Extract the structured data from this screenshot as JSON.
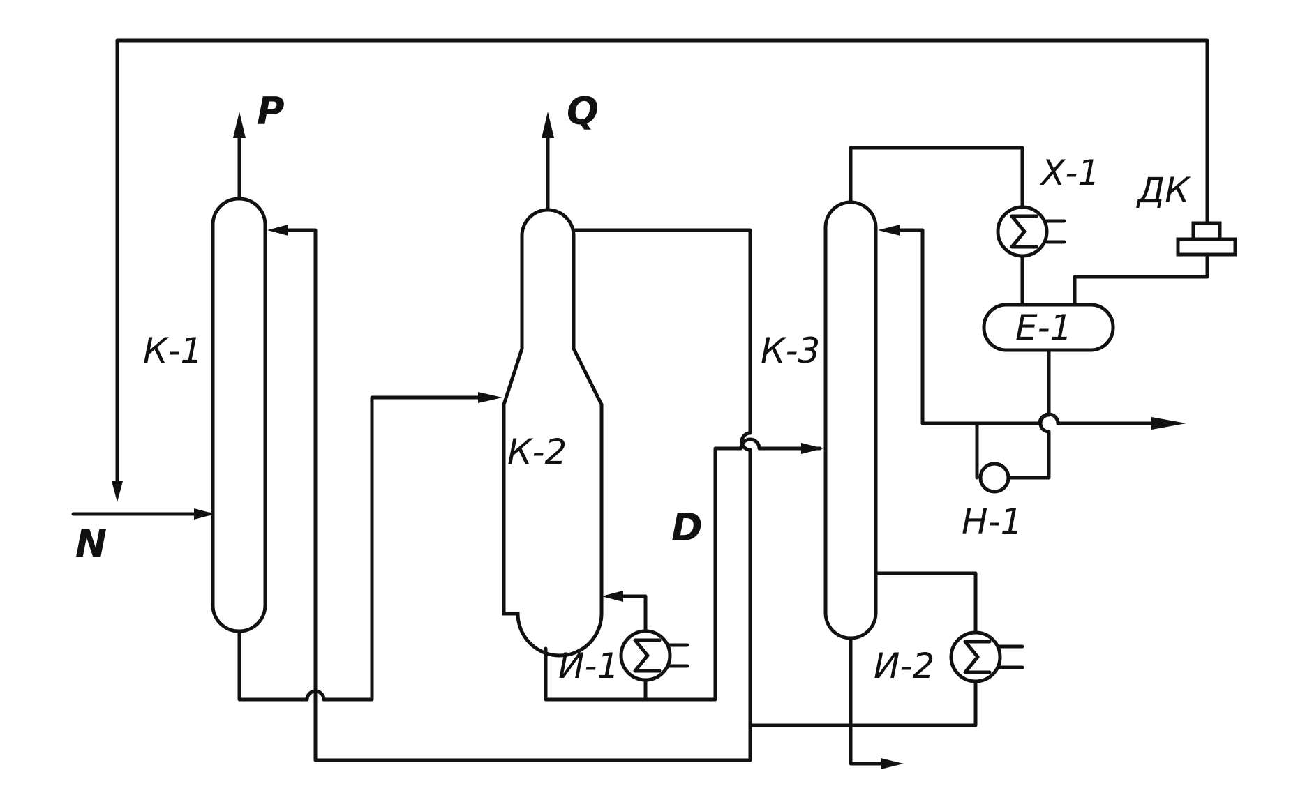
{
  "diagram": {
    "labels": {
      "feed": "N",
      "top_k1": "P",
      "top_k2": "Q",
      "side_d": "D",
      "k1": "К-1",
      "k2": "К-2",
      "k3": "К-3",
      "x1": "Х-1",
      "dk": "ДК",
      "e1": "Е-1",
      "h1": "Н-1",
      "i1": "И-1",
      "i2": "И-2"
    },
    "colors": {
      "line": "#111111",
      "background": "#ffffff"
    }
  }
}
